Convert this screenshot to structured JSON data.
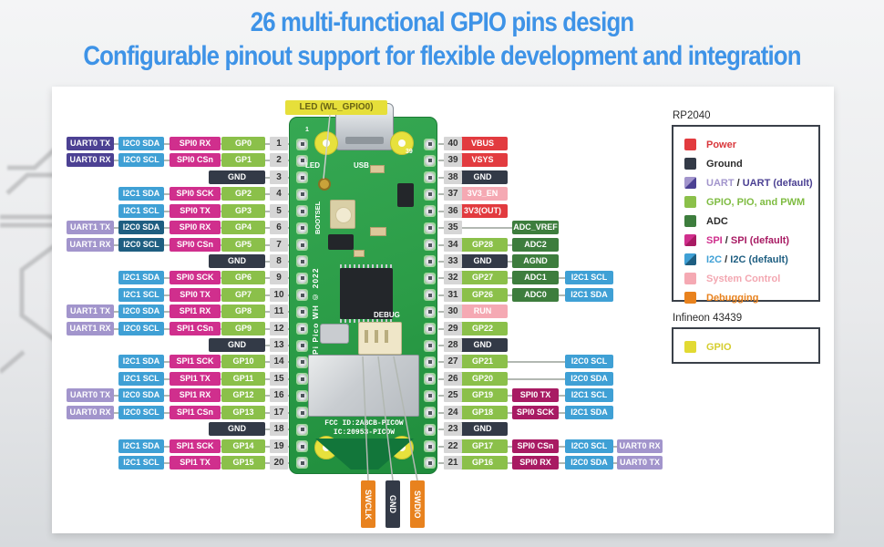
{
  "title": {
    "line1": "26 multi-functional GPIO pins design",
    "line2": "Configurable pinout support for flexible development and integration"
  },
  "colors": {
    "power": "#e23b3f",
    "gnd": "#333a47",
    "gpio": "#8bc04a",
    "adc": "#3d7d3d",
    "uart": "#a295cc",
    "uart_d": "#4c4193",
    "i2c": "#3fa0d5",
    "i2c_d": "#1e5e81",
    "spi": "#d02f8d",
    "spi_d": "#a81b63",
    "sysc": "#f5a9b3",
    "debug": "#e8821e",
    "wlgpio": "#e2da33"
  },
  "colors_text": {
    "power": "#d9383c",
    "gnd": "#2b2b2b",
    "gpio": "#7fbc42",
    "adc": "#2b2b2b",
    "uart": "#a295cc",
    "uart_d": "#4c4193",
    "i2c": "#3fa0d5",
    "i2c_d": "#1e5e81",
    "spi": "#d02f8d",
    "spi_d": "#a81b63",
    "sysc": "#f3a7b1",
    "debug": "#e8821e",
    "wlgpio": "#d5cd2e",
    "plain": "#2b2b2b"
  },
  "board": {
    "led_tag": "LED (WL_GPIO0)",
    "silk": {
      "led": "LED",
      "usb": "USB",
      "bootsel": "BOOTSEL",
      "side": "Pi Pico WH © 2022",
      "debug": "DEBUG",
      "fcc1": "FCC ID:2ABCB-PICOW",
      "fcc2": "IC:20953-PICOW",
      "num1": "1",
      "num39": "39"
    }
  },
  "debug_pins": [
    {
      "label": "SWCLK",
      "c": "debug"
    },
    {
      "label": "GND",
      "c": "gnd"
    },
    {
      "label": "SWDIO",
      "c": "debug"
    }
  ],
  "left_pins": [
    {
      "pin": "1",
      "cells": [
        {
          "t": "UART0 TX",
          "c": "uart_d"
        },
        {
          "t": "I2C0 SDA",
          "c": "i2c"
        },
        {
          "t": "SPI0 RX",
          "c": "spi"
        },
        {
          "t": "GP0",
          "c": "gpio"
        }
      ]
    },
    {
      "pin": "2",
      "cells": [
        {
          "t": "UART0 RX",
          "c": "uart_d"
        },
        {
          "t": "I2C0 SCL",
          "c": "i2c"
        },
        {
          "t": "SPI0 CSn",
          "c": "spi"
        },
        {
          "t": "GP1",
          "c": "gpio"
        }
      ]
    },
    {
      "pin": "3",
      "cells": [
        null,
        null,
        null,
        {
          "t": "GND",
          "c": "gnd",
          "wide": true
        }
      ]
    },
    {
      "pin": "4",
      "cells": [
        null,
        {
          "t": "I2C1 SDA",
          "c": "i2c"
        },
        {
          "t": "SPI0 SCK",
          "c": "spi"
        },
        {
          "t": "GP2",
          "c": "gpio"
        }
      ]
    },
    {
      "pin": "5",
      "cells": [
        null,
        {
          "t": "I2C1 SCL",
          "c": "i2c"
        },
        {
          "t": "SPI0 TX",
          "c": "spi"
        },
        {
          "t": "GP3",
          "c": "gpio"
        }
      ]
    },
    {
      "pin": "6",
      "cells": [
        {
          "t": "UART1 TX",
          "c": "uart"
        },
        {
          "t": "I2C0 SDA",
          "c": "i2c_d"
        },
        {
          "t": "SPI0 RX",
          "c": "spi"
        },
        {
          "t": "GP4",
          "c": "gpio"
        }
      ]
    },
    {
      "pin": "7",
      "cells": [
        {
          "t": "UART1 RX",
          "c": "uart"
        },
        {
          "t": "I2C0 SCL",
          "c": "i2c_d"
        },
        {
          "t": "SPI0 CSn",
          "c": "spi"
        },
        {
          "t": "GP5",
          "c": "gpio"
        }
      ]
    },
    {
      "pin": "8",
      "cells": [
        null,
        null,
        null,
        {
          "t": "GND",
          "c": "gnd",
          "wide": true
        }
      ]
    },
    {
      "pin": "9",
      "cells": [
        null,
        {
          "t": "I2C1 SDA",
          "c": "i2c"
        },
        {
          "t": "SPI0 SCK",
          "c": "spi"
        },
        {
          "t": "GP6",
          "c": "gpio"
        }
      ]
    },
    {
      "pin": "10",
      "cells": [
        null,
        {
          "t": "I2C1 SCL",
          "c": "i2c"
        },
        {
          "t": "SPI0 TX",
          "c": "spi"
        },
        {
          "t": "GP7",
          "c": "gpio"
        }
      ]
    },
    {
      "pin": "11",
      "cells": [
        {
          "t": "UART1 TX",
          "c": "uart"
        },
        {
          "t": "I2C0 SDA",
          "c": "i2c"
        },
        {
          "t": "SPI1 RX",
          "c": "spi"
        },
        {
          "t": "GP8",
          "c": "gpio"
        }
      ]
    },
    {
      "pin": "12",
      "cells": [
        {
          "t": "UART1 RX",
          "c": "uart"
        },
        {
          "t": "I2C0 SCL",
          "c": "i2c"
        },
        {
          "t": "SPI1 CSn",
          "c": "spi"
        },
        {
          "t": "GP9",
          "c": "gpio"
        }
      ]
    },
    {
      "pin": "13",
      "cells": [
        null,
        null,
        null,
        {
          "t": "GND",
          "c": "gnd",
          "wide": true
        }
      ]
    },
    {
      "pin": "14",
      "cells": [
        null,
        {
          "t": "I2C1 SDA",
          "c": "i2c"
        },
        {
          "t": "SPI1 SCK",
          "c": "spi"
        },
        {
          "t": "GP10",
          "c": "gpio"
        }
      ]
    },
    {
      "pin": "15",
      "cells": [
        null,
        {
          "t": "I2C1 SCL",
          "c": "i2c"
        },
        {
          "t": "SPI1 TX",
          "c": "spi"
        },
        {
          "t": "GP11",
          "c": "gpio"
        }
      ]
    },
    {
      "pin": "16",
      "cells": [
        {
          "t": "UART0 TX",
          "c": "uart"
        },
        {
          "t": "I2C0 SDA",
          "c": "i2c"
        },
        {
          "t": "SPI1 RX",
          "c": "spi"
        },
        {
          "t": "GP12",
          "c": "gpio"
        }
      ]
    },
    {
      "pin": "17",
      "cells": [
        {
          "t": "UART0 RX",
          "c": "uart"
        },
        {
          "t": "I2C0 SCL",
          "c": "i2c"
        },
        {
          "t": "SPI1 CSn",
          "c": "spi"
        },
        {
          "t": "GP13",
          "c": "gpio"
        }
      ]
    },
    {
      "pin": "18",
      "cells": [
        null,
        null,
        null,
        {
          "t": "GND",
          "c": "gnd",
          "wide": true
        }
      ]
    },
    {
      "pin": "19",
      "cells": [
        null,
        {
          "t": "I2C1 SDA",
          "c": "i2c"
        },
        {
          "t": "SPI1 SCK",
          "c": "spi"
        },
        {
          "t": "GP14",
          "c": "gpio"
        }
      ]
    },
    {
      "pin": "20",
      "cells": [
        null,
        {
          "t": "I2C1 SCL",
          "c": "i2c"
        },
        {
          "t": "SPI1 TX",
          "c": "spi"
        },
        {
          "t": "GP15",
          "c": "gpio"
        }
      ]
    }
  ],
  "right_pins": [
    {
      "pin": "40",
      "cells": [
        {
          "t": "VBUS",
          "c": "power"
        },
        null,
        null,
        null
      ]
    },
    {
      "pin": "39",
      "cells": [
        {
          "t": "VSYS",
          "c": "power"
        },
        null,
        null,
        null
      ]
    },
    {
      "pin": "38",
      "cells": [
        {
          "t": "GND",
          "c": "gnd"
        },
        null,
        null,
        null
      ]
    },
    {
      "pin": "37",
      "cells": [
        {
          "t": "3V3_EN",
          "c": "sysc"
        },
        null,
        null,
        null
      ]
    },
    {
      "pin": "36",
      "cells": [
        {
          "t": "3V3(OUT)",
          "c": "power"
        },
        null,
        null,
        null
      ]
    },
    {
      "pin": "35",
      "cells": [
        null,
        {
          "t": "ADC_VREF",
          "c": "adc"
        },
        null,
        null
      ]
    },
    {
      "pin": "34",
      "cells": [
        {
          "t": "GP28",
          "c": "gpio"
        },
        {
          "t": "ADC2",
          "c": "adc"
        },
        null,
        null
      ]
    },
    {
      "pin": "33",
      "cells": [
        {
          "t": "GND",
          "c": "gnd"
        },
        {
          "t": "AGND",
          "c": "adc"
        },
        null,
        null
      ]
    },
    {
      "pin": "32",
      "cells": [
        {
          "t": "GP27",
          "c": "gpio"
        },
        {
          "t": "ADC1",
          "c": "adc"
        },
        {
          "t": "I2C1 SCL",
          "c": "i2c"
        },
        null
      ]
    },
    {
      "pin": "31",
      "cells": [
        {
          "t": "GP26",
          "c": "gpio"
        },
        {
          "t": "ADC0",
          "c": "adc"
        },
        {
          "t": "I2C1 SDA",
          "c": "i2c"
        },
        null
      ]
    },
    {
      "pin": "30",
      "cells": [
        {
          "t": "RUN",
          "c": "sysc"
        },
        null,
        null,
        null
      ]
    },
    {
      "pin": "29",
      "cells": [
        {
          "t": "GP22",
          "c": "gpio"
        },
        null,
        null,
        null
      ]
    },
    {
      "pin": "28",
      "cells": [
        {
          "t": "GND",
          "c": "gnd"
        },
        null,
        null,
        null
      ]
    },
    {
      "pin": "27",
      "cells": [
        {
          "t": "GP21",
          "c": "gpio"
        },
        null,
        {
          "t": "I2C0 SCL",
          "c": "i2c"
        },
        null
      ]
    },
    {
      "pin": "26",
      "cells": [
        {
          "t": "GP20",
          "c": "gpio"
        },
        null,
        {
          "t": "I2C0 SDA",
          "c": "i2c"
        },
        null
      ]
    },
    {
      "pin": "25",
      "cells": [
        {
          "t": "GP19",
          "c": "gpio"
        },
        {
          "t": "SPI0 TX",
          "c": "spi_d"
        },
        {
          "t": "I2C1 SCL",
          "c": "i2c"
        },
        null
      ]
    },
    {
      "pin": "24",
      "cells": [
        {
          "t": "GP18",
          "c": "gpio"
        },
        {
          "t": "SPI0 SCK",
          "c": "spi_d"
        },
        {
          "t": "I2C1 SDA",
          "c": "i2c"
        },
        null
      ]
    },
    {
      "pin": "23",
      "cells": [
        {
          "t": "GND",
          "c": "gnd"
        },
        null,
        null,
        null
      ]
    },
    {
      "pin": "22",
      "cells": [
        {
          "t": "GP17",
          "c": "gpio"
        },
        {
          "t": "SPI0 CSn",
          "c": "spi_d"
        },
        {
          "t": "I2C0 SCL",
          "c": "i2c"
        },
        {
          "t": "UART0 RX",
          "c": "uart"
        }
      ]
    },
    {
      "pin": "21",
      "cells": [
        {
          "t": "GP16",
          "c": "gpio"
        },
        {
          "t": "SPI0 RX",
          "c": "spi_d"
        },
        {
          "t": "I2C0 SDA",
          "c": "i2c"
        },
        {
          "t": "UART0 TX",
          "c": "uart"
        }
      ]
    }
  ],
  "legend_rp2040": {
    "title": "RP2040",
    "items": [
      {
        "swatch": [
          "power"
        ],
        "parts": [
          {
            "t": "Power",
            "c": "power"
          }
        ]
      },
      {
        "swatch": [
          "gnd"
        ],
        "parts": [
          {
            "t": "Ground",
            "c": "plain"
          }
        ]
      },
      {
        "swatch": [
          "uart",
          "uart_d"
        ],
        "parts": [
          {
            "t": "UART",
            "c": "uart"
          },
          {
            "t": " / ",
            "c": "plain"
          },
          {
            "t": "UART (default)",
            "c": "uart_d"
          }
        ]
      },
      {
        "swatch": [
          "gpio"
        ],
        "parts": [
          {
            "t": "GPIO, PIO, and PWM",
            "c": "gpio"
          }
        ]
      },
      {
        "swatch": [
          "adc"
        ],
        "parts": [
          {
            "t": "ADC",
            "c": "plain"
          }
        ]
      },
      {
        "swatch": [
          "spi",
          "spi_d"
        ],
        "parts": [
          {
            "t": "SPI",
            "c": "spi"
          },
          {
            "t": " / ",
            "c": "plain"
          },
          {
            "t": "SPI (default)",
            "c": "spi_d"
          }
        ]
      },
      {
        "swatch": [
          "i2c",
          "i2c_d"
        ],
        "parts": [
          {
            "t": "I2C",
            "c": "i2c"
          },
          {
            "t": " / ",
            "c": "plain"
          },
          {
            "t": "I2C (default)",
            "c": "i2c_d"
          }
        ]
      },
      {
        "swatch": [
          "sysc"
        ],
        "parts": [
          {
            "t": "System Control",
            "c": "sysc"
          }
        ]
      },
      {
        "swatch": [
          "debug"
        ],
        "parts": [
          {
            "t": "Debugging",
            "c": "debug"
          }
        ]
      }
    ]
  },
  "legend_infineon": {
    "title": "Infineon 43439",
    "items": [
      {
        "swatch": [
          "wlgpio"
        ],
        "parts": [
          {
            "t": "GPIO",
            "c": "wlgpio"
          }
        ]
      }
    ]
  }
}
